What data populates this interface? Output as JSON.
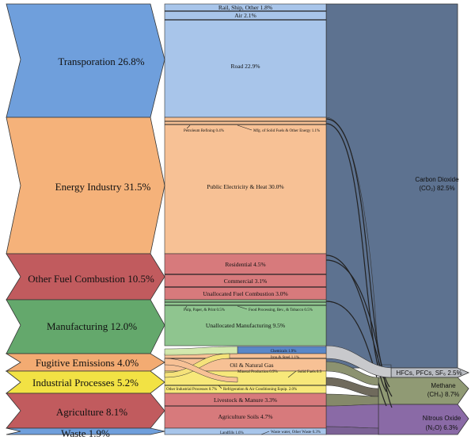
{
  "sectors": {
    "transport": {
      "label": "Transporation 26.8%",
      "color": "#6f9fdc"
    },
    "energy": {
      "label": "Energy Industry 31.5%",
      "color": "#f5b27a"
    },
    "other_fuel": {
      "label": "Other Fuel Combustion 10.5%",
      "color": "#c15b5e"
    },
    "manufacturing": {
      "label": "Manufacturing 12.0%",
      "color": "#64a86c"
    },
    "fugitive": {
      "label": "Fugitive Emissions 4.0%",
      "color": "#f3ab72"
    },
    "industrial": {
      "label": "Industrial Processes 5.2%",
      "color": "#f2e244"
    },
    "agriculture": {
      "label": "Agriculture 8.1%",
      "color": "#c15b5e"
    },
    "waste": {
      "label": "Waste 1.9%",
      "color": "#6f9fdc"
    }
  },
  "subsectors": {
    "rail_ship": "Rail, Ship, Other 1.8%",
    "air": "Air 2.1%",
    "road": "Road 22.9%",
    "petroleum": "Petroleum Refining 0.4%",
    "solid_fuels": "Mfg. of Solid Fuels & Other Energy 1.1%",
    "public_electricity": "Public Electricity & Heat 30.0%",
    "residential": "Residential 4.5%",
    "commercial": "Commercial 3.1%",
    "unallocated_fuel": "Unallocated Fuel Combustion 3.0%",
    "pulp": "Pulp, Paper, & Print 0.5%",
    "food": "Food Processing, Bev., & Tobacco 0.5%",
    "unallocated_mfg": "Unallocated Manufacturing 9.5%",
    "chemicals": "Chemicals 1.9%",
    "iron_steel": "Iron & Steel 1.1%",
    "oil_gas": "Oil & Natural Gas",
    "mineral": "Mineral Production 0.9%",
    "solid_fuels_small": "Solid Fuels 0.9",
    "other_industrial": "Other Industrial Processes 0.7%",
    "refrigeration": "Refrigeration & Air Conditioning Equip. 2.0%",
    "livestock": "Livestock & Manure 3.3%",
    "ag_soils": "Agriculture Soils 4.7%",
    "landfills": "Landfills 1.6%",
    "waste_water": "Waste water, Other Waste 0.3%"
  },
  "gases": {
    "co2": {
      "line1": "Carbon Dioxide",
      "line2": "(CO₂) 82.5%",
      "color": "#5d7290"
    },
    "hfc": {
      "line1": "HFCs, PFCs, SF₆ 2.5%",
      "color": "#b9bcc2"
    },
    "methane": {
      "line1": "Methane",
      "line2": "(CH₄) 8.7%",
      "color": "#909a74"
    },
    "n2o": {
      "line1": "Nitrous Oxide",
      "line2": "(N₂O) 6.3%",
      "color": "#8a6aa6"
    }
  }
}
